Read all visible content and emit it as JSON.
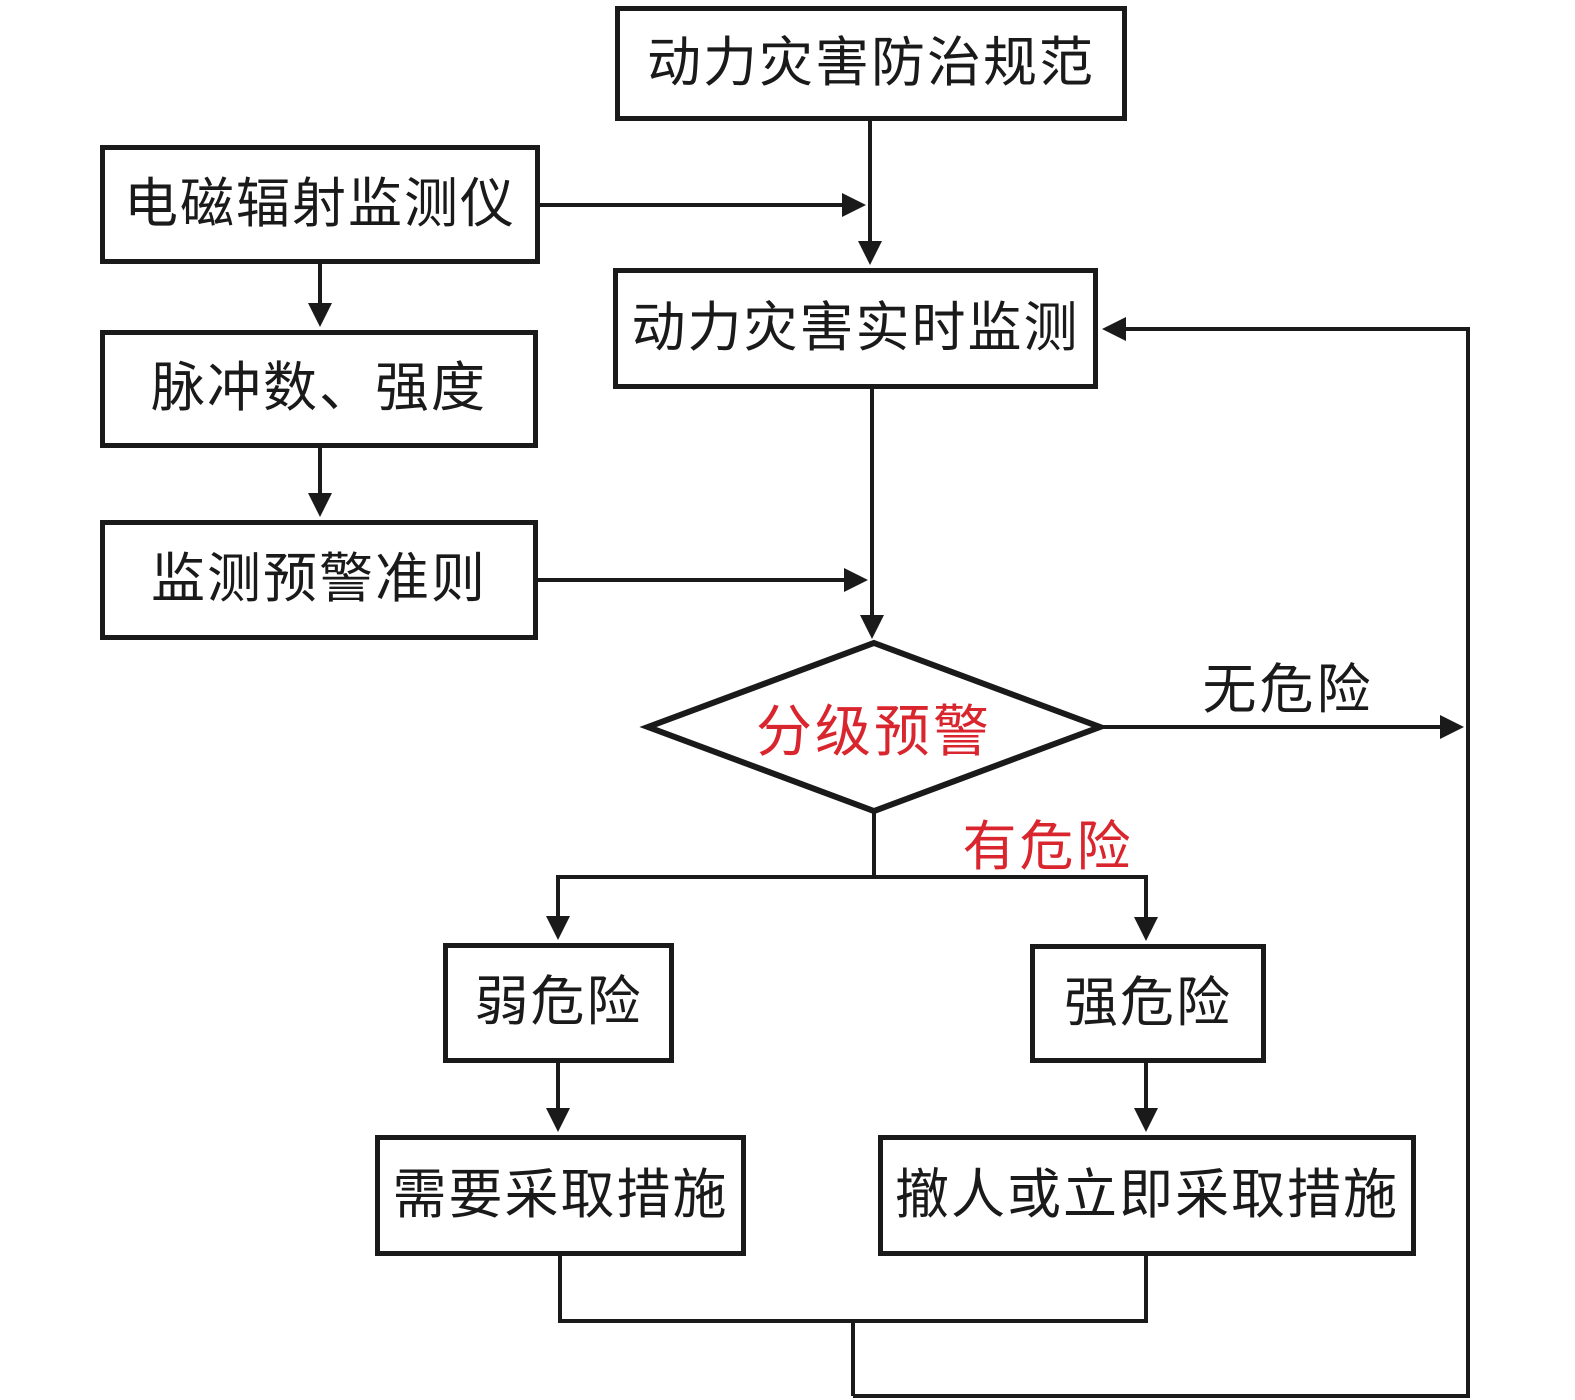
{
  "flowchart": {
    "nodes": {
      "spec": {
        "label": "动力灾害防治规范"
      },
      "device": {
        "label": "电磁辐射监测仪"
      },
      "pulse": {
        "label": "脉冲数、强度"
      },
      "criteria": {
        "label": "监测预警准则"
      },
      "realtime": {
        "label": "动力灾害实时监测"
      },
      "decision": {
        "label": "分级预警"
      },
      "weak": {
        "label": "弱危险"
      },
      "strong": {
        "label": "强危险"
      },
      "measures": {
        "label": "需要采取措施"
      },
      "evacuate": {
        "label": "撤人或立即采取措施"
      }
    },
    "edge_labels": {
      "no_danger": "无危险",
      "danger": "有危险"
    },
    "colors": {
      "line": "#1a1a1a",
      "text": "#1a1a1a",
      "alert": "#d9262e",
      "background": "#ffffff"
    }
  }
}
